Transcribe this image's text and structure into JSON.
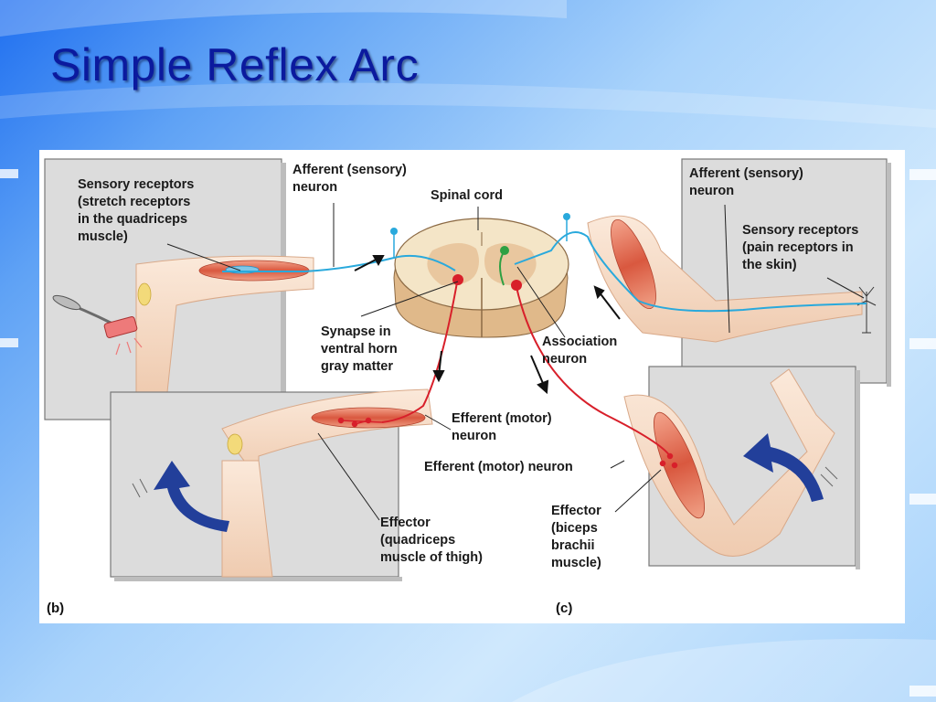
{
  "slide": {
    "title": "Simple Reflex Arc"
  },
  "figure": {
    "labels": {
      "sensory_receptors_b": "Sensory receptors\n(stretch receptors\nin the quadriceps\nmuscle)",
      "afferent_b": "Afferent (sensory)\nneuron",
      "spinal_cord": "Spinal cord",
      "afferent_c": "Afferent (sensory)\nneuron",
      "sensory_receptors_c": "Sensory receptors\n(pain receptors in\nthe skin)",
      "synapse": "Synapse in\nventral horn\ngray matter",
      "association": "Association\nneuron",
      "efferent_b": "Efferent (motor)\nneuron",
      "efferent_c": "Efferent (motor) neuron",
      "effector_b": "Effector\n(quadriceps\nmuscle of thigh)",
      "effector_c": "Effector\n(biceps\nbrachii\nmuscle)"
    },
    "panel_b": "(b)",
    "panel_c": "(c)"
  },
  "colors": {
    "afferent": "#29a9dc",
    "efferent": "#d81f2a",
    "association": "#2ea043",
    "muscle": "#e07a5f",
    "arrow": "#223f9a"
  }
}
